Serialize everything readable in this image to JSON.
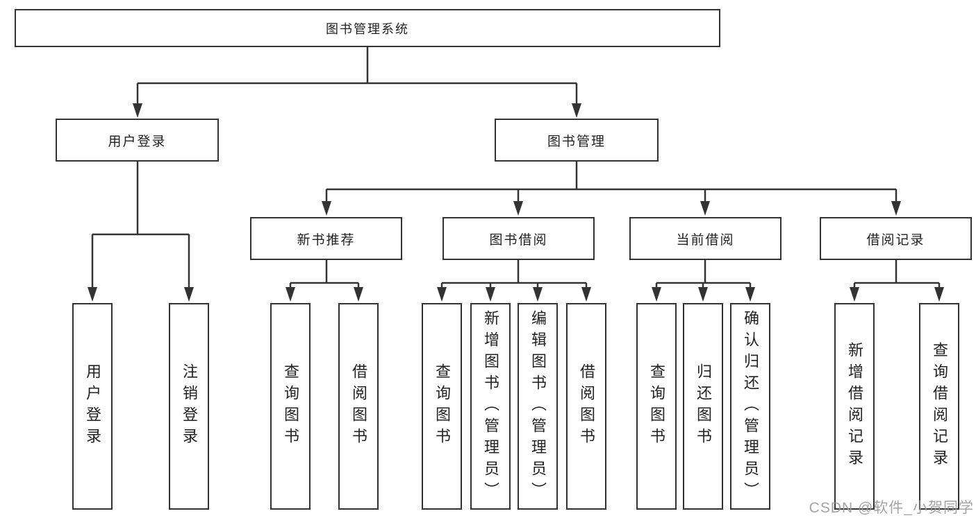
{
  "tree": {
    "root": {
      "label": "图书管理系统"
    },
    "branches": [
      {
        "label": "用户登录",
        "children": [
          {
            "label": "用户登录"
          },
          {
            "label": "注销登录"
          }
        ]
      },
      {
        "label": "图书管理",
        "groups": [
          {
            "label": "新书推荐",
            "children": [
              {
                "label": "查询图书"
              },
              {
                "label": "借阅图书"
              }
            ]
          },
          {
            "label": "图书借阅",
            "children": [
              {
                "label": "查询图书"
              },
              {
                "label": "新增图书（管理员）"
              },
              {
                "label": "编辑图书（管理员）"
              },
              {
                "label": "借阅图书"
              }
            ]
          },
          {
            "label": "当前借阅",
            "children": [
              {
                "label": "查询图书"
              },
              {
                "label": "归还图书"
              },
              {
                "label": "确认归还（管理员）"
              }
            ]
          },
          {
            "label": "借阅记录",
            "children": [
              {
                "label": "新增借阅记录"
              },
              {
                "label": "查询借阅记录"
              }
            ]
          }
        ]
      }
    ]
  },
  "watermark": "CSDN @软件_小贺同学",
  "colors": {
    "line": "#333333",
    "box_border": "#333333",
    "text": "#222222",
    "watermark": "#9c9c9c",
    "background": "#ffffff"
  }
}
